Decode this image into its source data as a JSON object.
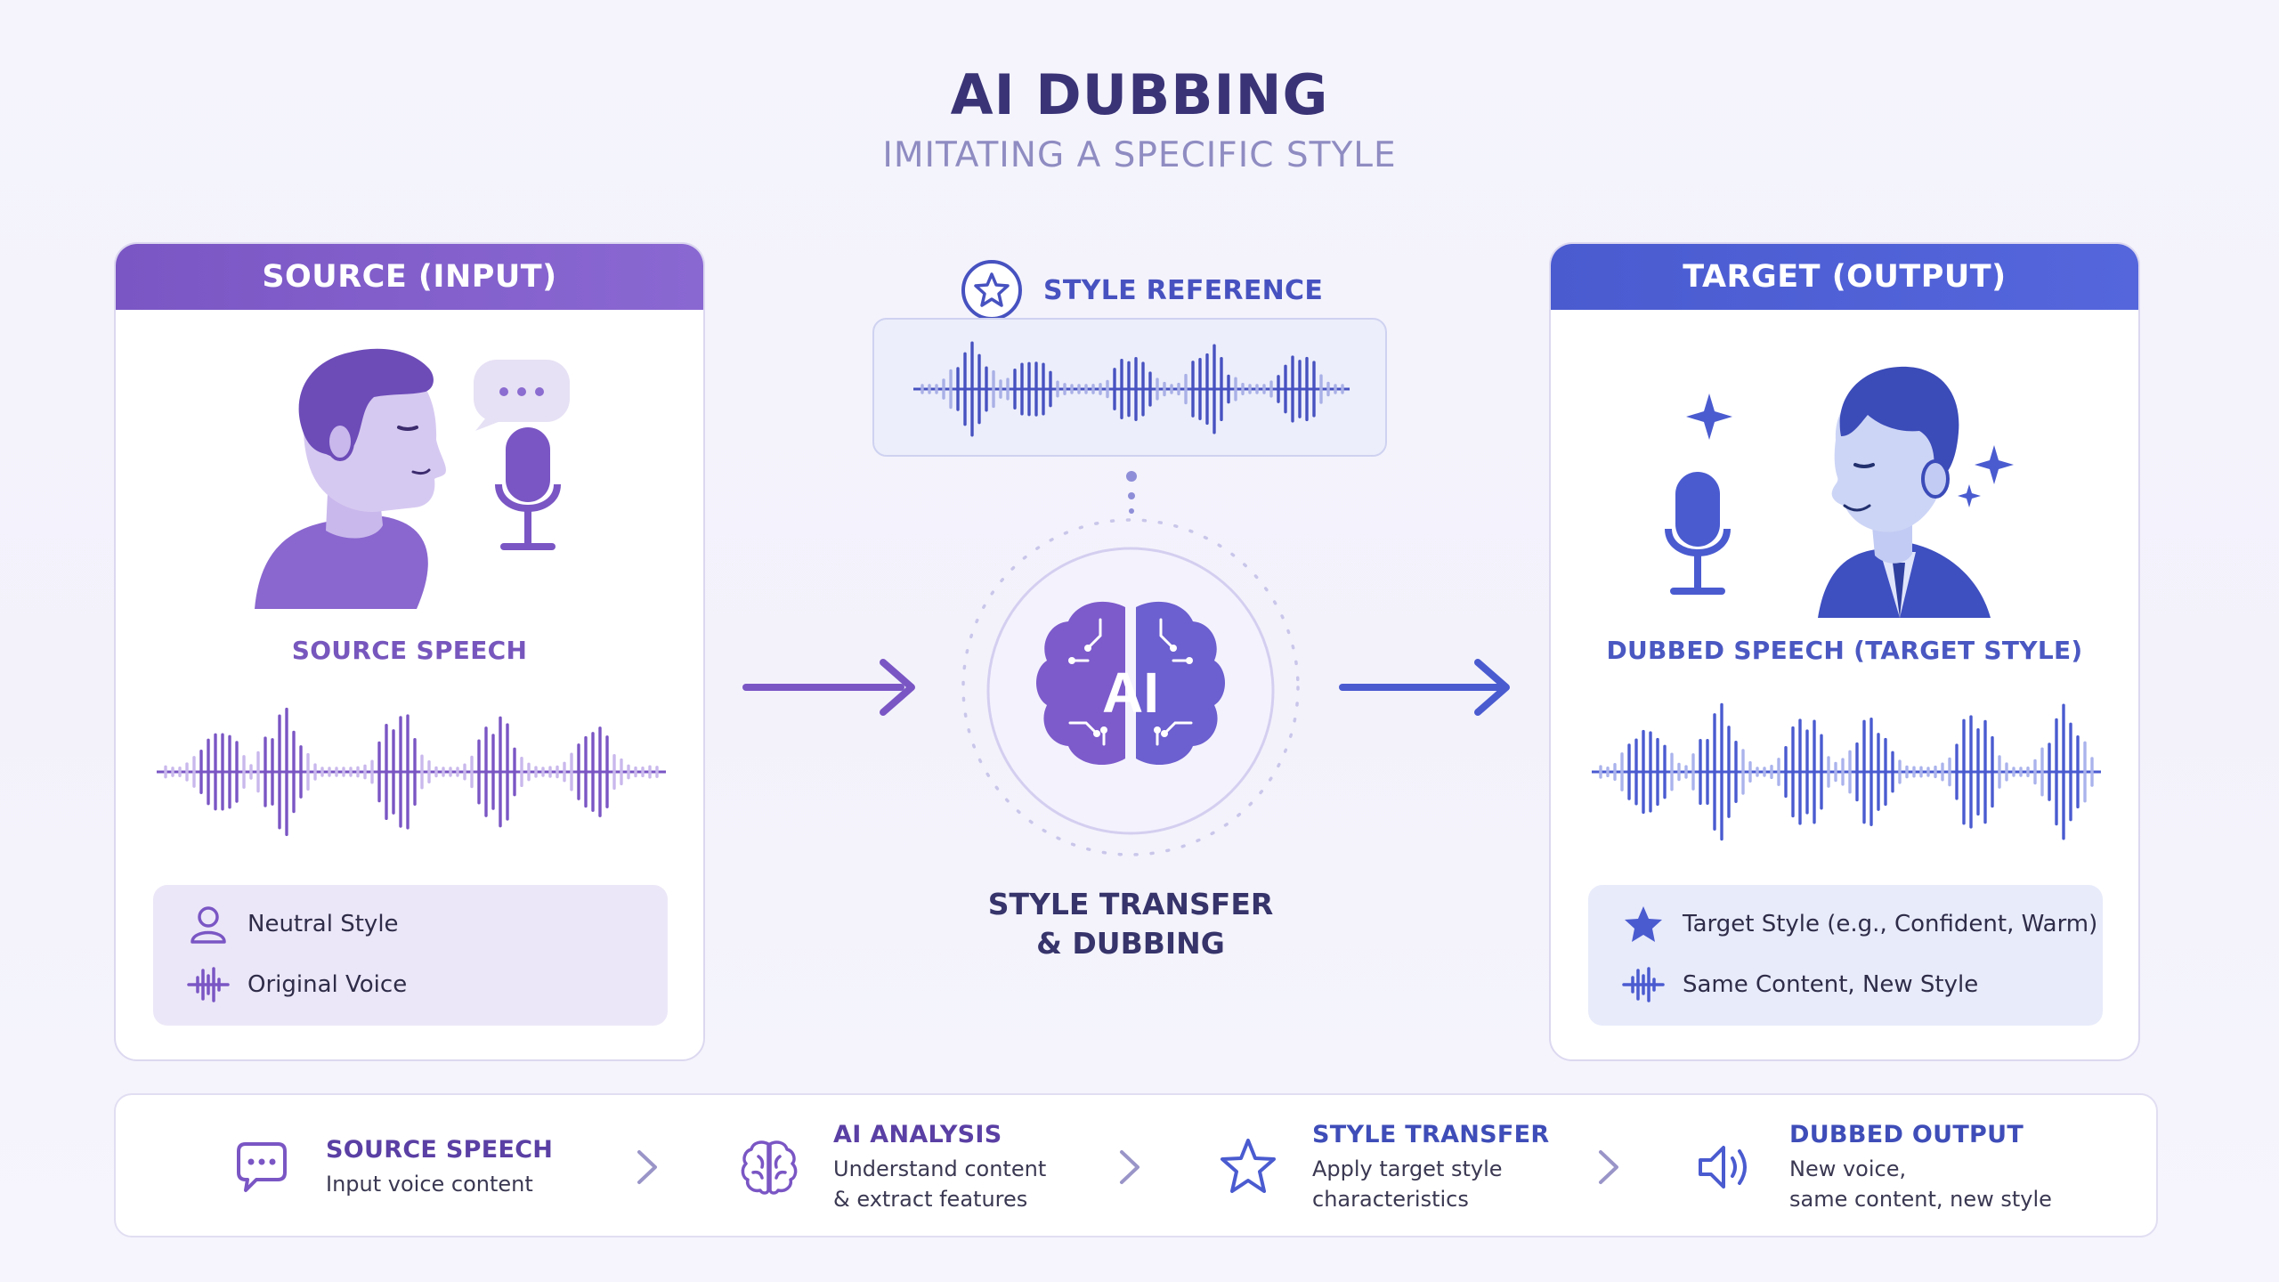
{
  "title": "AI DUBBING",
  "subtitle": "IMITATING A SPECIFIC STYLE",
  "source_panel": {
    "header": "SOURCE (INPUT)",
    "speech_label": "SOURCE SPEECH",
    "info": [
      {
        "icon": "person-icon",
        "label": "Neutral Style"
      },
      {
        "icon": "waveform-icon",
        "label": "Original Voice"
      }
    ]
  },
  "center": {
    "style_reference_label": "STYLE REFERENCE",
    "brain_text": "AI",
    "transfer_line1": "STYLE TRANSFER",
    "transfer_line2": "& DUBBING"
  },
  "target_panel": {
    "header": "TARGET (OUTPUT)",
    "speech_label": "DUBBED SPEECH (TARGET STYLE)",
    "info": [
      {
        "icon": "star-icon",
        "label": "Target Style (e.g., Confident, Warm)"
      },
      {
        "icon": "waveform-icon",
        "label": "Same Content, New Style"
      }
    ]
  },
  "steps": [
    {
      "icon": "speech-bubble-icon",
      "title": "SOURCE SPEECH",
      "line1": "Input voice content",
      "line2": ""
    },
    {
      "icon": "brain-icon",
      "title": "AI ANALYSIS",
      "line1": "Understand content",
      "line2": "& extract features"
    },
    {
      "icon": "star-icon",
      "title": "STYLE TRANSFER",
      "line1": "Apply target style",
      "line2": "characteristics"
    },
    {
      "icon": "speaker-icon",
      "title": "DUBBED OUTPUT",
      "line1": "New voice,",
      "line2": "same content, new style"
    }
  ],
  "colors": {
    "source": "#7a56c4",
    "target": "#4a5bd0",
    "title": "#3a3476"
  }
}
